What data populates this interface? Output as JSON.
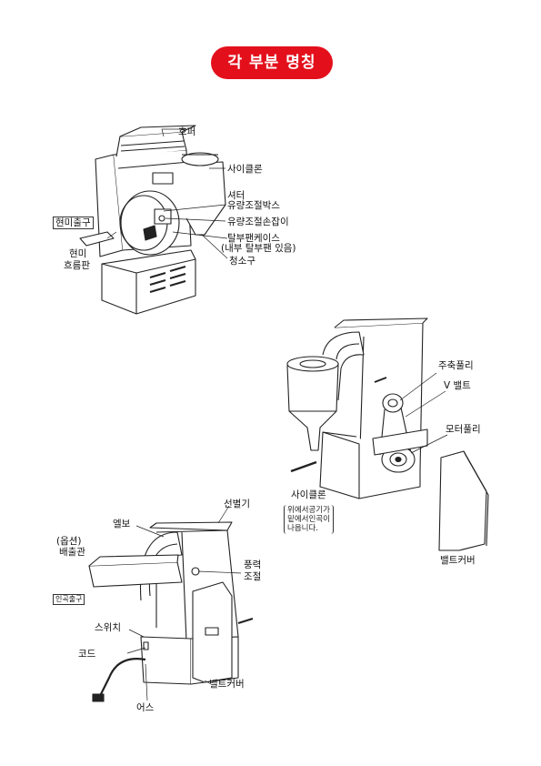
{
  "title": "각 부분 명칭",
  "figure1": {
    "hopper": "호퍼",
    "cyclone": "사이클론",
    "shutter": "셔터",
    "flow_box": "유량조절박스",
    "flow_knob": "유량조절손잡이",
    "husk_case": "탈부팬케이스",
    "husk_case_note": "(내부 탈부팬 있음)",
    "cleanout": "청소구",
    "brown_rice_outlet": "현미출구",
    "brown_rice_plate_1": "현미",
    "brown_rice_plate_2": "흐름판"
  },
  "figure2": {
    "main_pulley": "주축풀리",
    "v_belt": "V 밸트",
    "motor_pulley": "모터풀리",
    "cyclone": "사이클론",
    "note_1": "위에서공기가",
    "note_2": "밑에서인곡이",
    "note_3": "나옵니다.",
    "belt_cover": "밸트커버"
  },
  "figure3": {
    "separator": "선별기",
    "elbow": "엘보",
    "option_1": "(옵션)",
    "option_2": "배출관",
    "wind_1": "풍력",
    "wind_2": "조절",
    "husk_outlet": "인곡출구",
    "switch": "스위치",
    "cord": "코드",
    "belt_cover": "밸트커버",
    "earth": "어스"
  },
  "colors": {
    "banner": "#e3101c"
  }
}
